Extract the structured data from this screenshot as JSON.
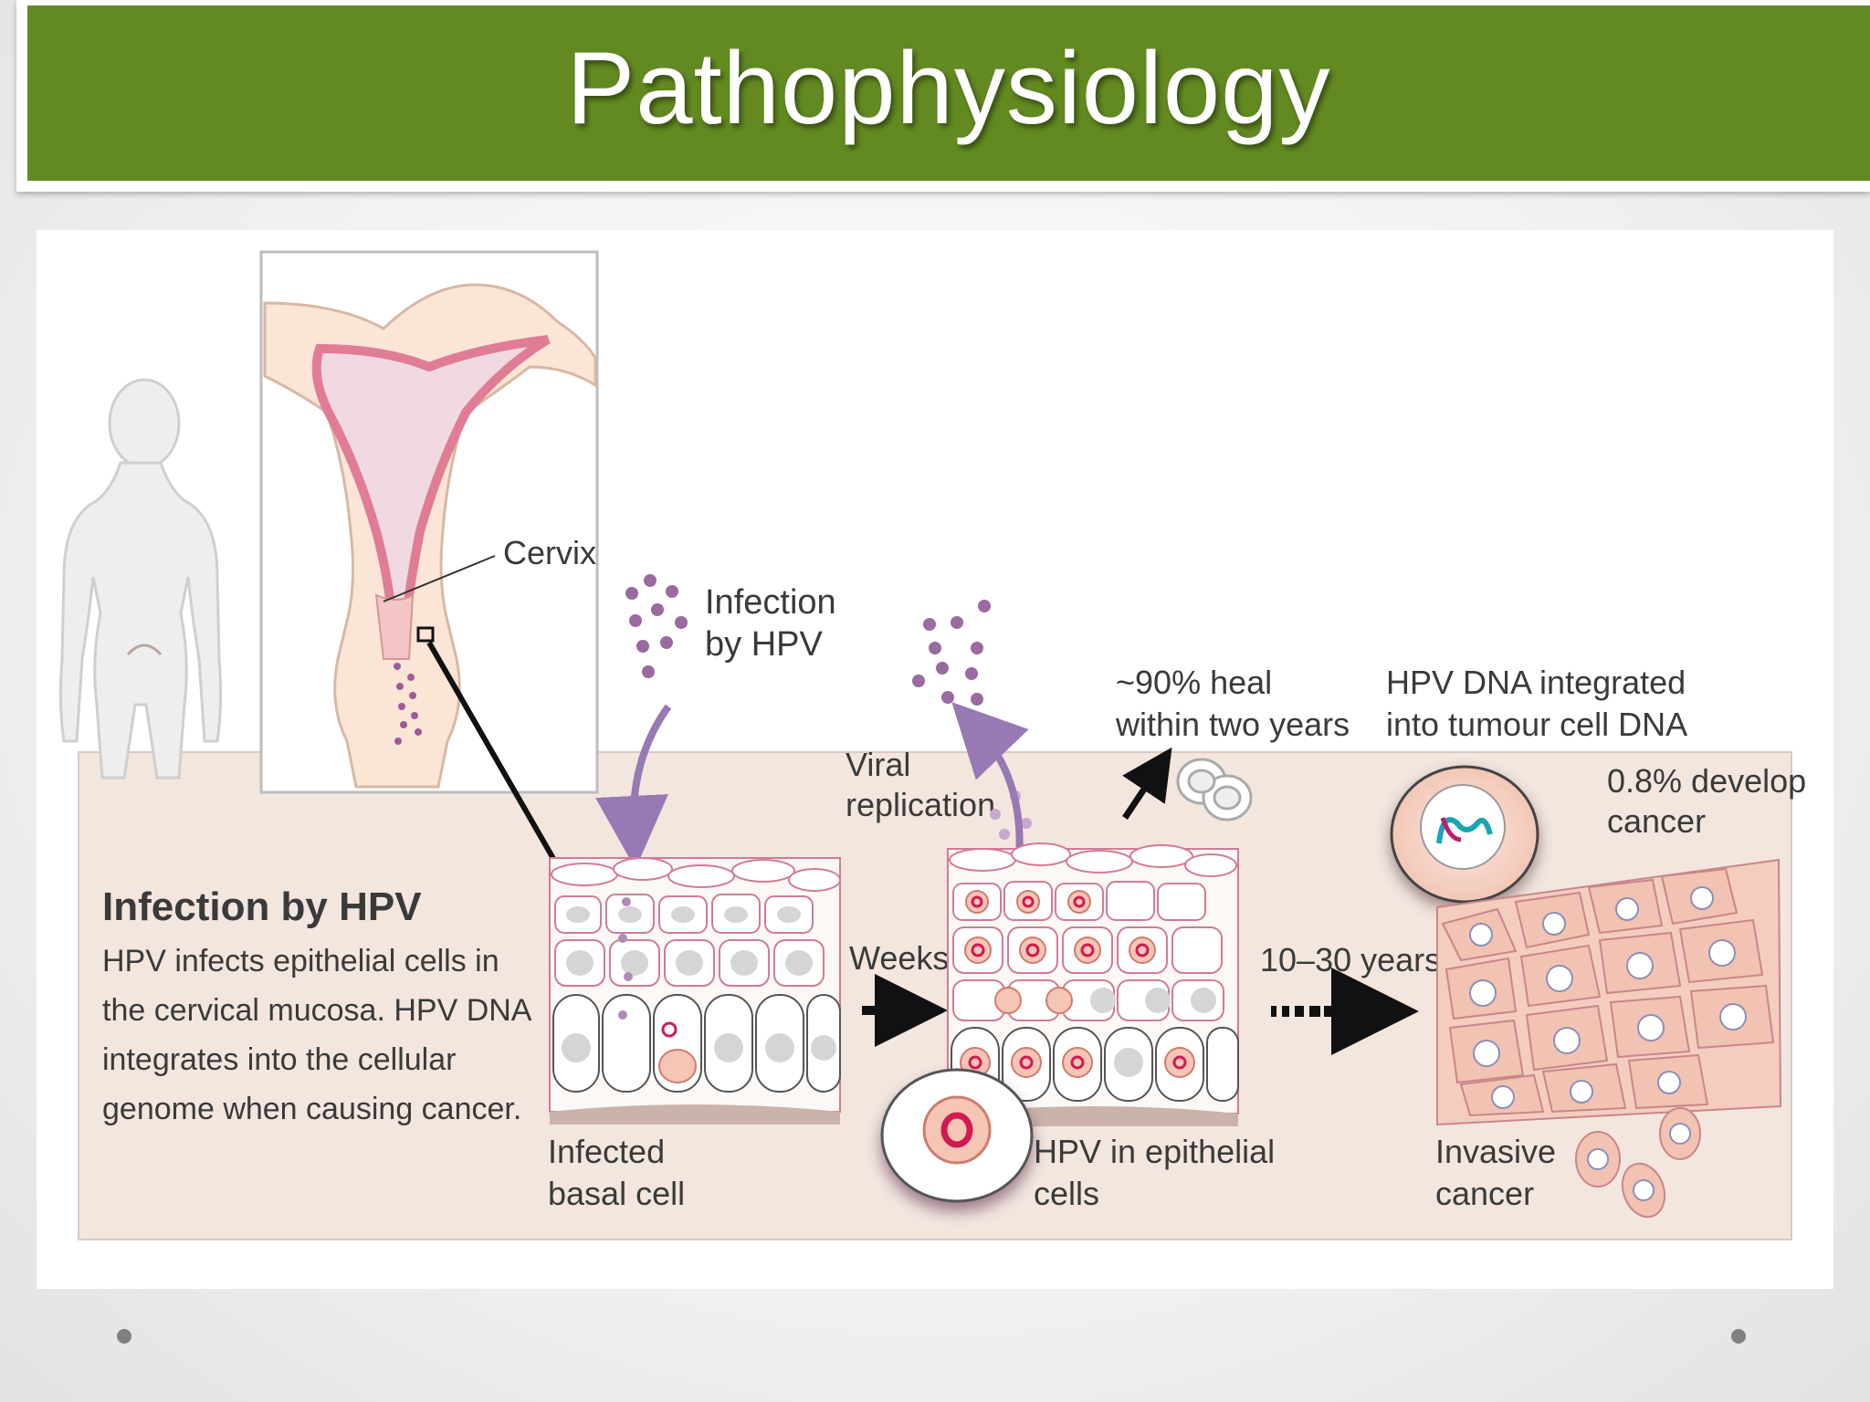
{
  "slide": {
    "title": "Pathophysiology"
  },
  "figure": {
    "cervix_label": "Cervix",
    "infection_label": [
      "Infection",
      "by HPV"
    ],
    "viral_label": [
      "Viral",
      "replication"
    ],
    "heal_label": [
      "~90% heal",
      "within two years"
    ],
    "integrated_label": [
      "HPV DNA integrated",
      "into tumour cell DNA"
    ],
    "develop_label": [
      "0.8%  develop",
      "cancer"
    ],
    "weeks_label": "Weeks",
    "years_label": "10–30 years",
    "basal_label": [
      "Infected",
      "basal cell"
    ],
    "epithelial_label": [
      "HPV in epithelial",
      "cells"
    ],
    "invasive_label": [
      "Invasive",
      "cancer"
    ],
    "infobox": {
      "heading": "Infection by HPV",
      "lines": [
        "HPV infects epithelial cells in",
        "the cervical mucosa. HPV DNA",
        "integrates into the cellular",
        "genome when causing cancer."
      ]
    }
  },
  "colors": {
    "title_bar": "#638a21",
    "tissue_bg": "#f2e6df",
    "virus_dot": "#9a6aa0",
    "cell_outline": "#d27b94",
    "nucleus": "#c9c9c9",
    "infected_nucleus": "#d01a50",
    "arrow_purple": "#9779b3"
  }
}
